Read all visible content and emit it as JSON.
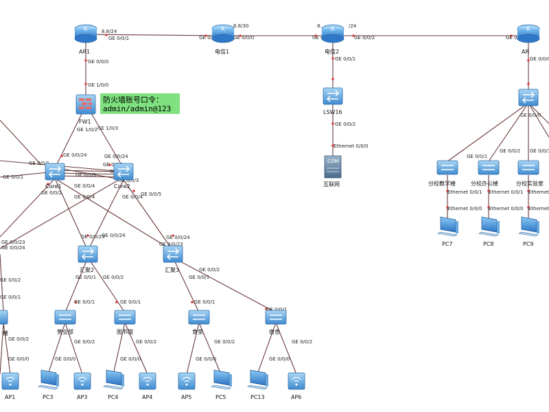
{
  "colors": {
    "router": "#3f8fd8",
    "switch": "#4a9ad8",
    "firewall": "#5aa0dd",
    "pc": "#2f7fd0",
    "ap": "#4a9ad8",
    "internet": "#5a7a9a",
    "link": "#6b3a3a",
    "port_dot": "#d94040",
    "note": "#7ee07e"
  },
  "note": {
    "line1": "防火墙账号口令：",
    "line2": "admin/admin@123"
  },
  "link_text": {
    "t1": "8.8/24",
    "t2": "8.8/30",
    "t3": "8.",
    "t4": "/24"
  },
  "nodes": {
    "ar1": "AR1",
    "isp1": "电信1",
    "isp2": "电信2",
    "ar_right": "AR",
    "fw1": "FW1",
    "lsw16": "LSW16",
    "internet": "互联网",
    "core1": "Core1",
    "core2": "Core2",
    "agg2": "汇聚2",
    "agg3": "汇聚3",
    "sw_a": "营业部",
    "sw_b": "图书馆",
    "sw_c": "食堂",
    "sw_d": "宿舍",
    "branch_sw1": "分校教学楼",
    "branch_sw2": "分校办公楼",
    "branch_sw3": "分校实验室",
    "ap1": "AP1",
    "pc3": "PC3",
    "ap3": "AP3",
    "pc4": "PC4",
    "ap4": "AP4",
    "ap5": "AP5",
    "pc5": "PC5",
    "pc13": "PC13",
    "ap6": "AP6",
    "pc7": "PC7",
    "pc8": "PC8",
    "pc9": "PC9",
    "left_edge_sw": "楼"
  },
  "ports": {
    "ge001": "GE 0/0/1",
    "ge000": "GE 0/0/0",
    "ge002": "GE 0/0/2",
    "ge100": "GE 1/0/0",
    "ge102": "GE 1/0/2",
    "ge103": "GE 1/0/3",
    "ge0024": "GE 0/0/24",
    "ge0023": "GE 0/0/23",
    "ge003": "GE 0/0/3",
    "ge004": "GE 0/0/4",
    "ge005": "GE 0/0/5",
    "eth000": "Ethernet 0/0/0",
    "eth001": "Ethernet 0/0/1"
  }
}
